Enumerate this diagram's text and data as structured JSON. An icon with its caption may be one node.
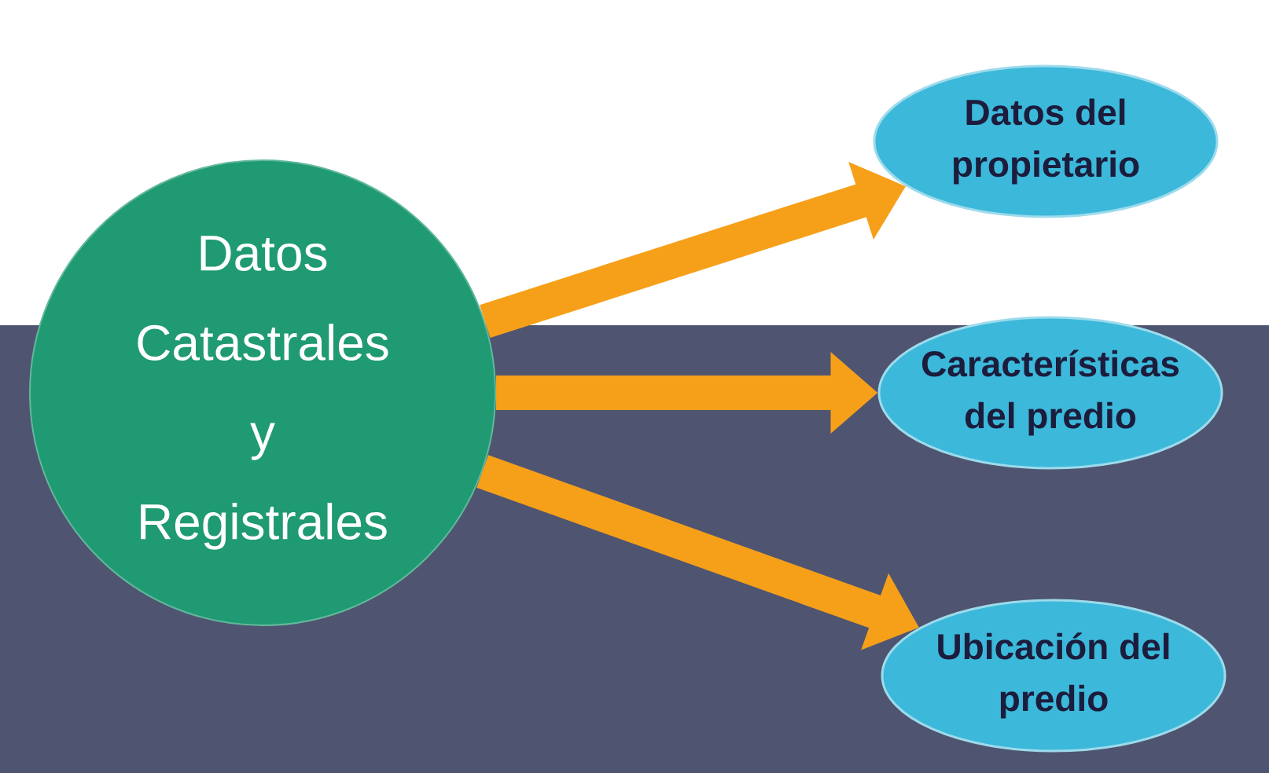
{
  "diagram": {
    "nodes": [
      {
        "text": [
          "Datos Catastrales y Registrales"
        ]
      },
      {
        "text": [
          "Datos del propietario"
        ]
      },
      {
        "text": [
          "Características del predio"
        ]
      },
      {
        "text": [
          "Ubicación del predio"
        ]
      }
    ],
    "edges": [
      {
        "from": 0,
        "to": 1,
        "arrow": "to"
      },
      {
        "from": 0,
        "to": 2,
        "arrow": "to"
      },
      {
        "from": 0,
        "to": 3,
        "arrow": "to"
      }
    ]
  }
}
